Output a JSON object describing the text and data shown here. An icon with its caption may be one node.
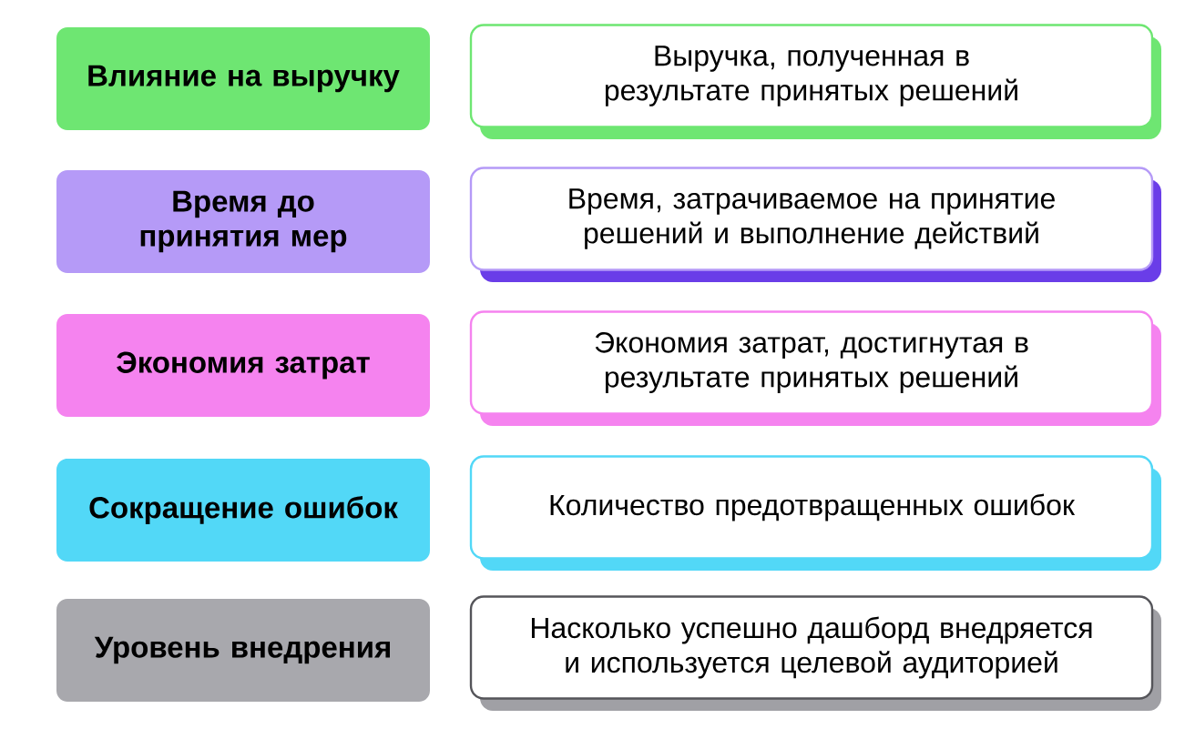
{
  "diagram": {
    "nodes": [
      {
        "text": [
          "Влияние на выручку"
        ]
      },
      {
        "text": [
          "Выручка, полученная в результате принятых решений"
        ]
      },
      {
        "text": [
          "Время до принятия мер"
        ]
      },
      {
        "text": [
          "Время, затрачиваемое на принятие решений и выполнение действий"
        ]
      },
      {
        "text": [
          "Экономия затрат"
        ]
      },
      {
        "text": [
          "Экономия затрат, достигнутая в результате принятых решений"
        ]
      },
      {
        "text": [
          "Сокращение ошибок"
        ]
      },
      {
        "text": [
          "Количество предотвращенных ошибок"
        ]
      },
      {
        "text": [
          "Уровень внедрения"
        ]
      },
      {
        "text": [
          "Насколько успешно дашборд внедряется и используется целевой аудиторией"
        ]
      }
    ]
  }
}
